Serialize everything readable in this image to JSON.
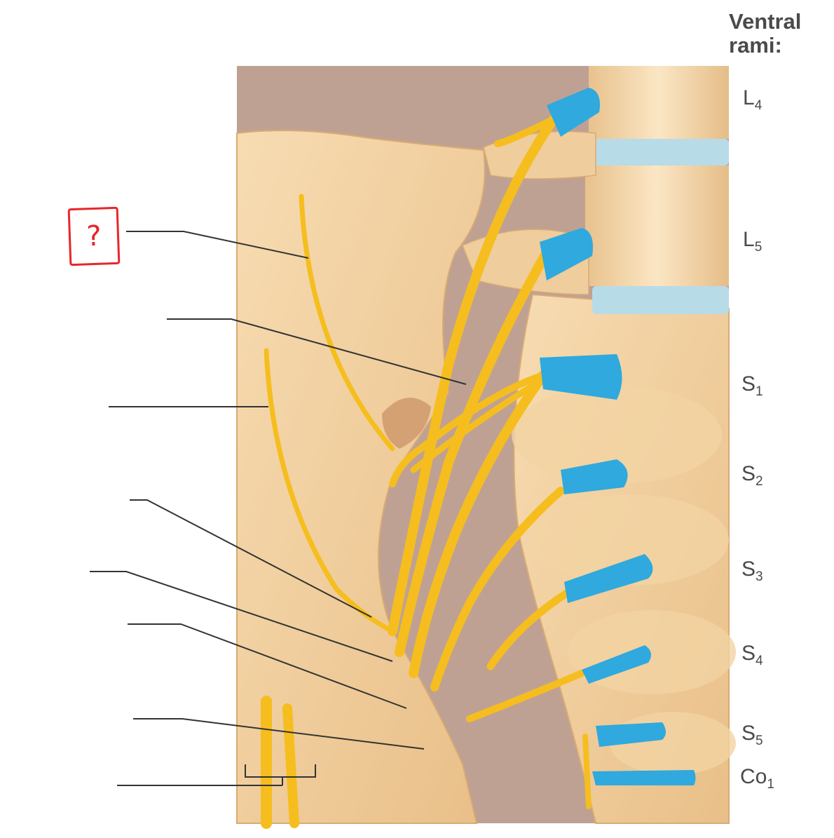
{
  "header": {
    "line1": "Ventral",
    "line2": "rami:"
  },
  "segments": [
    {
      "main": "L",
      "sub": "4"
    },
    {
      "main": "L",
      "sub": "5"
    },
    {
      "main": "S",
      "sub": "1"
    },
    {
      "main": "S",
      "sub": "2"
    },
    {
      "main": "S",
      "sub": "3"
    },
    {
      "main": "S",
      "sub": "4"
    },
    {
      "main": "S",
      "sub": "5"
    },
    {
      "main": "Co",
      "sub": "1"
    }
  ],
  "unknown_label": "?",
  "colors": {
    "background_tissue": "#bfa194",
    "bone": "#f2cf9e",
    "nerve": "#f5be1e",
    "nerve_root": "#2fa9de",
    "disc": "#b8dbe8",
    "leader_line": "#333333",
    "annotation_red": "#e8262a"
  }
}
